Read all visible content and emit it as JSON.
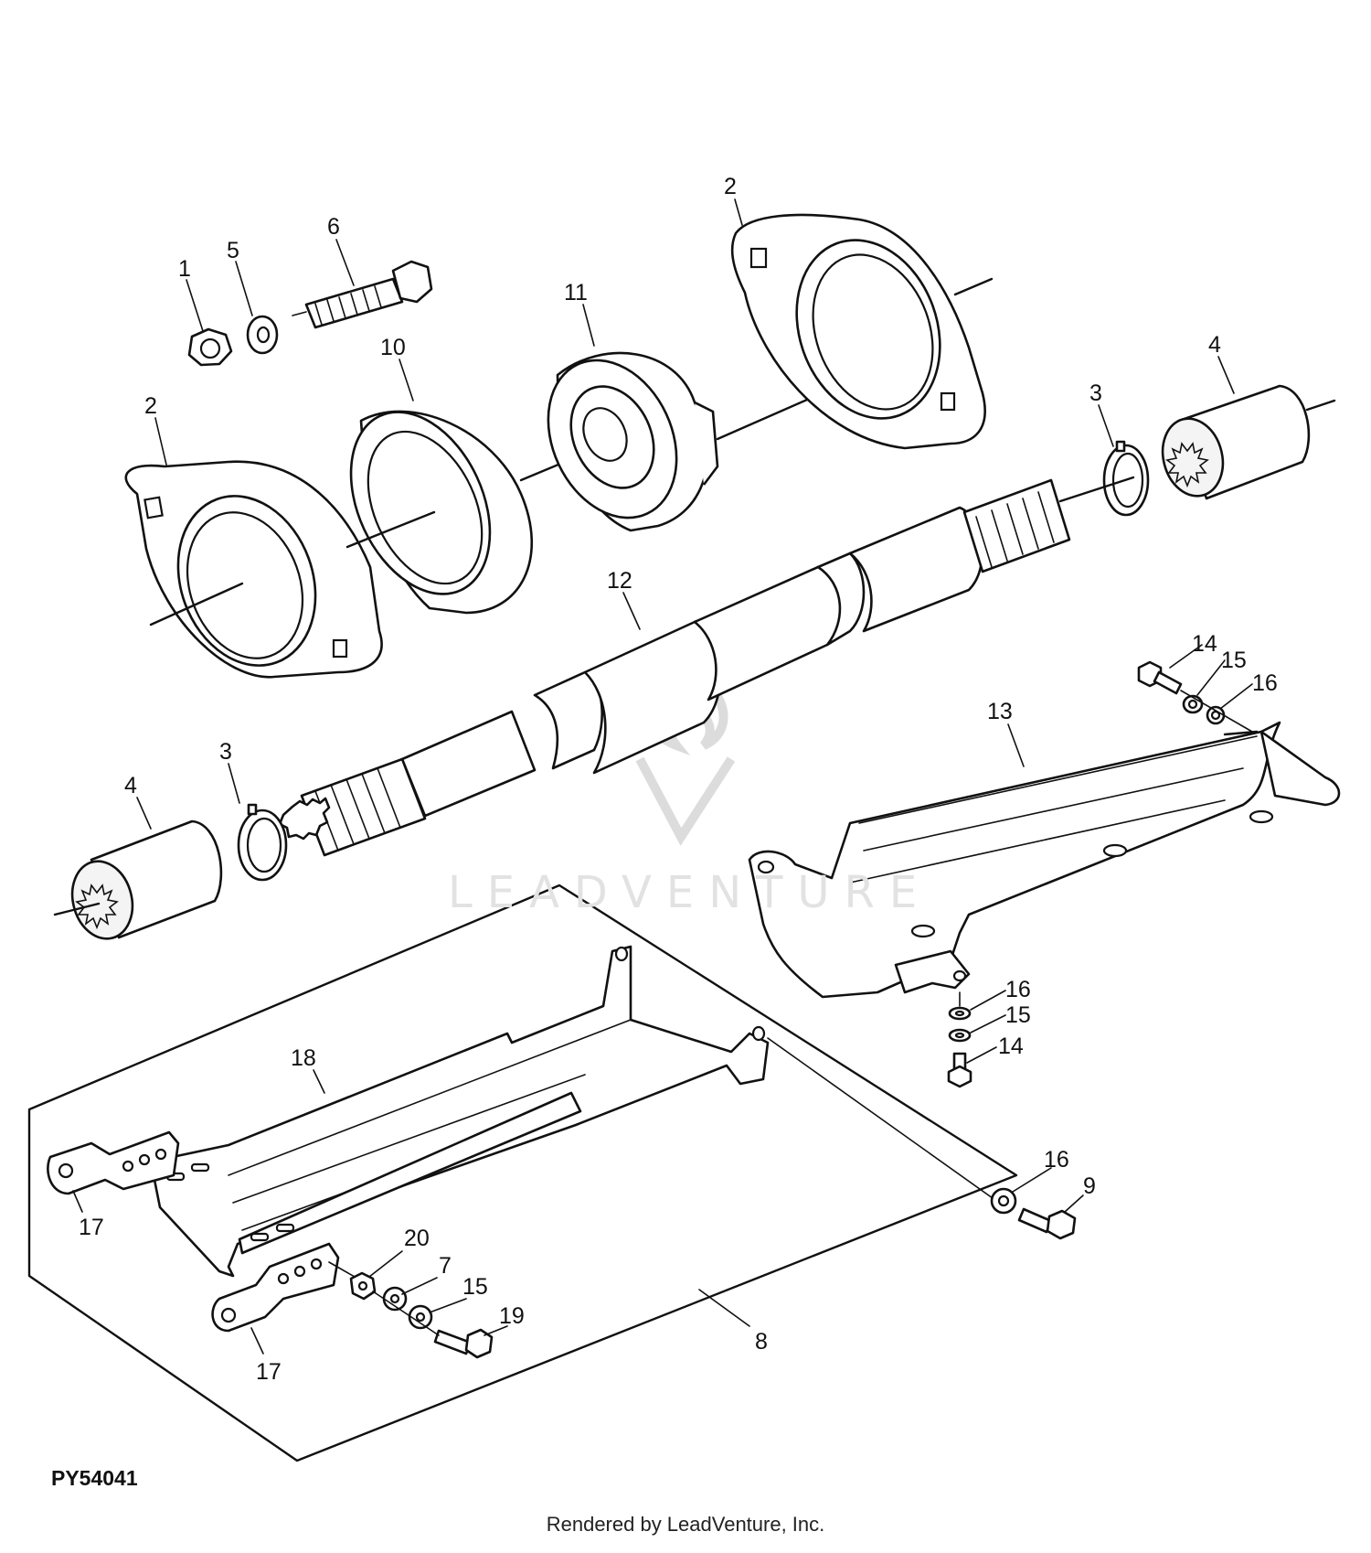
{
  "figure": {
    "id": "PY54041",
    "credit": "Rendered by LeadVenture, Inc.",
    "watermark": "LEADVENTURE"
  },
  "callouts": [
    {
      "key": "c1",
      "label": "1"
    },
    {
      "key": "c5",
      "label": "5"
    },
    {
      "key": "c6",
      "label": "6"
    },
    {
      "key": "c2a",
      "label": "2"
    },
    {
      "key": "c11",
      "label": "11"
    },
    {
      "key": "c10",
      "label": "10"
    },
    {
      "key": "c2b",
      "label": "2"
    },
    {
      "key": "c4a",
      "label": "4"
    },
    {
      "key": "c3a",
      "label": "3"
    },
    {
      "key": "c12",
      "label": "12"
    },
    {
      "key": "c14a",
      "label": "14"
    },
    {
      "key": "c15a",
      "label": "15"
    },
    {
      "key": "c16a",
      "label": "16"
    },
    {
      "key": "c13",
      "label": "13"
    },
    {
      "key": "c3b",
      "label": "3"
    },
    {
      "key": "c4b",
      "label": "4"
    },
    {
      "key": "c16b",
      "label": "16"
    },
    {
      "key": "c15b",
      "label": "15"
    },
    {
      "key": "c14b",
      "label": "14"
    },
    {
      "key": "c18",
      "label": "18"
    },
    {
      "key": "c16c",
      "label": "16"
    },
    {
      "key": "c9",
      "label": "9"
    },
    {
      "key": "c17a",
      "label": "17"
    },
    {
      "key": "c20",
      "label": "20"
    },
    {
      "key": "c7",
      "label": "7"
    },
    {
      "key": "c15c",
      "label": "15"
    },
    {
      "key": "c19",
      "label": "19"
    },
    {
      "key": "c8",
      "label": "8"
    },
    {
      "key": "c17b",
      "label": "17"
    }
  ]
}
